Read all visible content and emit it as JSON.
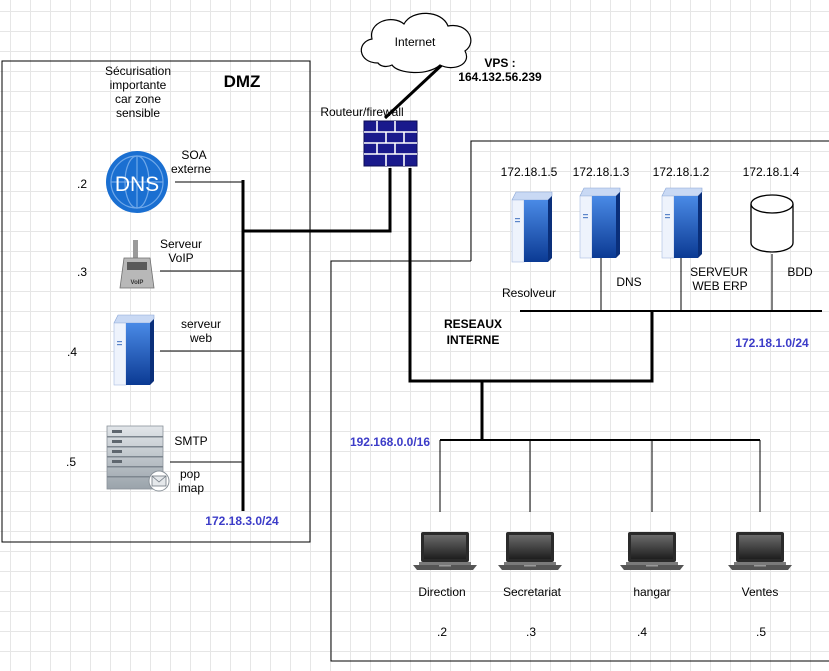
{
  "dmz": {
    "title": "DMZ",
    "note": [
      "Sécurisation",
      "importante",
      "car zone",
      "sensible"
    ],
    "network": "172.18.3.0/24",
    "hosts": [
      {
        "icon": "dns-icon",
        "label": [
          "SOA",
          "externe"
        ],
        "suffix": ".2",
        "badge": "DNS"
      },
      {
        "icon": "voip-phone-icon",
        "label": [
          "Serveur",
          "VoIP"
        ],
        "suffix": ".3"
      },
      {
        "icon": "server-icon",
        "label": [
          "serveur",
          "web"
        ],
        "suffix": ".4"
      },
      {
        "icon": "mail-server-icon",
        "label": [
          "SMTP",
          "pop",
          "imap"
        ],
        "suffix": ".5"
      }
    ]
  },
  "internet": {
    "label": "Internet",
    "vps_label": "VPS :",
    "vps_ip": "164.132.56.239"
  },
  "router": {
    "label": "Routeur/firewall",
    "icon": "firewall-icon"
  },
  "internal": {
    "title": [
      "RESEAUX",
      "INTERNE"
    ],
    "server_network": "172.18.1.0/24",
    "client_network": "192.168.0.0/16",
    "servers": [
      {
        "ip": "172.18.1.5",
        "label": [
          "Resolveur"
        ],
        "icon": "server-icon"
      },
      {
        "ip": "172.18.1.3",
        "label": [
          "DNS"
        ],
        "icon": "server-icon"
      },
      {
        "ip": "172.18.1.2",
        "label": [
          "SERVEUR",
          "WEB ERP"
        ],
        "icon": "server-icon"
      },
      {
        "ip": "172.18.1.4",
        "label": [
          "BDD"
        ],
        "icon": "database-icon"
      }
    ],
    "clients": [
      {
        "label": "Direction",
        "suffix": ".2",
        "icon": "laptop-icon"
      },
      {
        "label": "Secretariat",
        "suffix": ".3",
        "icon": "laptop-icon"
      },
      {
        "label": "hangar",
        "suffix": ".4",
        "icon": "laptop-icon"
      },
      {
        "label": "Ventes",
        "suffix": ".5",
        "icon": "laptop-icon"
      }
    ]
  },
  "colors": {
    "network_text": "#3c3cc8",
    "firewall": "#1a1a8c",
    "device_blue": "#1f5fbf",
    "dns_blue": "#1a6fd1"
  }
}
